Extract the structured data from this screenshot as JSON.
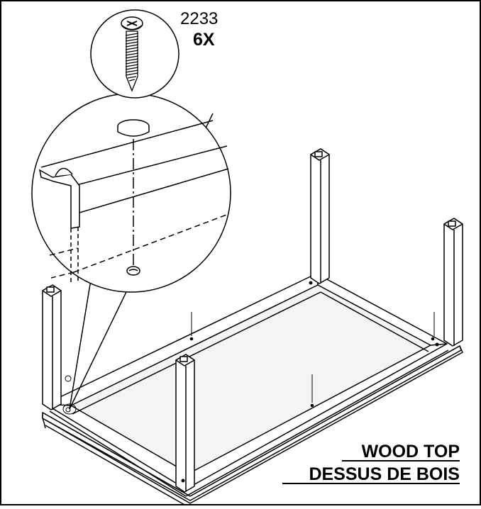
{
  "hardware": {
    "part_number": "2233",
    "quantity": "6X"
  },
  "caption": {
    "line1": "WOOD TOP",
    "line2": "DESSUS DE BOIS"
  },
  "colors": {
    "ink": "#000000",
    "paper": "#ffffff",
    "frame": "#d9d9d9"
  }
}
